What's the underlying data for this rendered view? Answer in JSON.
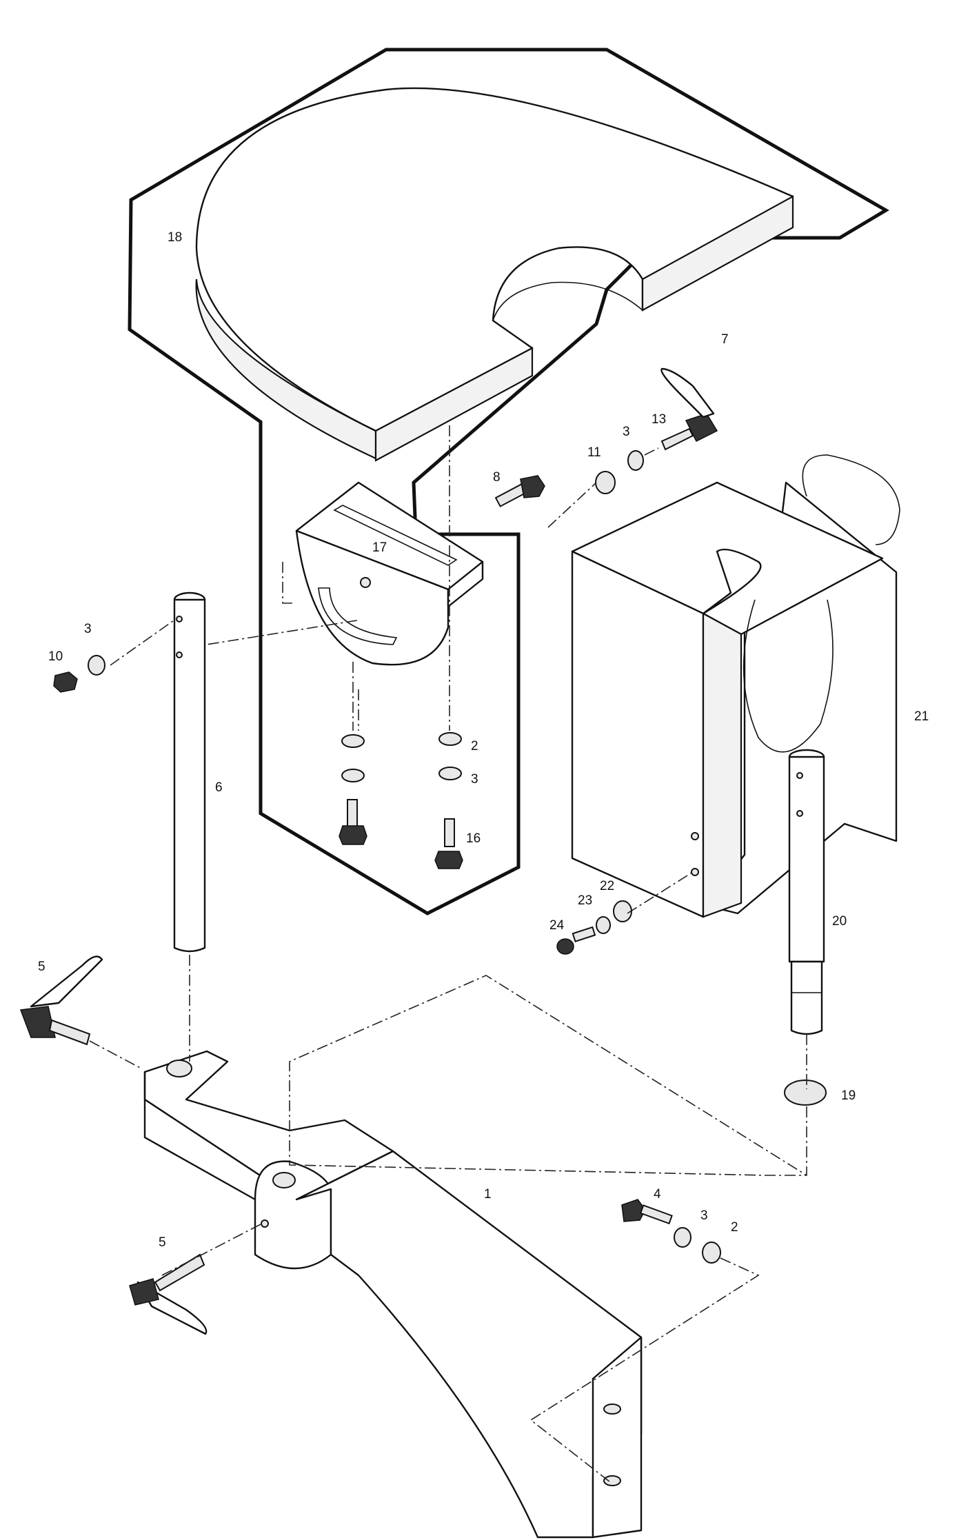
{
  "diagram": {
    "type": "exploded-parts-diagram",
    "callouts": [
      "1",
      "2",
      "3",
      "4",
      "5",
      "6",
      "7",
      "8",
      "10",
      "11",
      "13",
      "16",
      "17",
      "18",
      "19",
      "20",
      "21",
      "22",
      "23",
      "24"
    ],
    "labels": {
      "c1": "1",
      "c2a": "2",
      "c2b": "2",
      "c3a": "3",
      "c3b": "3",
      "c3c": "3",
      "c3d": "3",
      "c4": "4",
      "c5a": "5",
      "c5b": "5",
      "c6": "6",
      "c7": "7",
      "c8": "8",
      "c10": "10",
      "c11": "11",
      "c13": "13",
      "c16": "16",
      "c17": "17",
      "c18": "18",
      "c19": "19",
      "c20": "20",
      "c21": "21",
      "c22": "22",
      "c23": "23",
      "c24": "24"
    }
  }
}
